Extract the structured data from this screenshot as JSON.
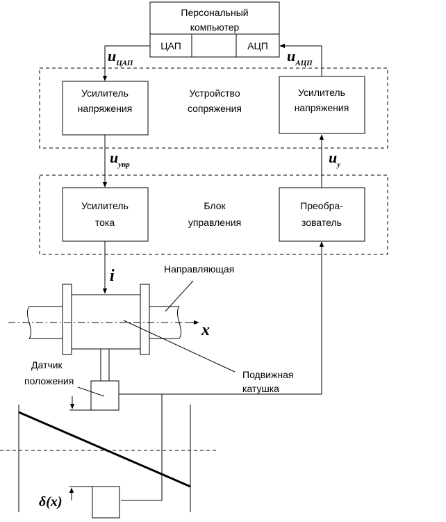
{
  "pc": {
    "line1": "Персональный",
    "line2": "компьютер",
    "dac": "ЦАП",
    "adc": "АЦП"
  },
  "interface_unit": {
    "line1": "Устройство",
    "line2": "сопряжения"
  },
  "voltage_amp_left": {
    "line1": "Усилитель",
    "line2": "напряжения"
  },
  "voltage_amp_right": {
    "line1": "Усилитель",
    "line2": "напряжения"
  },
  "control_unit": {
    "line1": "Блок",
    "line2": "управления"
  },
  "current_amp": {
    "line1": "Усилитель",
    "line2": "тока"
  },
  "converter": {
    "line1": "Преобра-",
    "line2": "зователь"
  },
  "signals": {
    "u_dac": {
      "main": "u",
      "sub": "ЦАП"
    },
    "u_adc": {
      "main": "u",
      "sub": "АЦП"
    },
    "u_ctrl": {
      "main": "u",
      "sub": "упр"
    },
    "u_y": {
      "main": "u",
      "sub": "у"
    },
    "current": "i",
    "axis_x": "x",
    "delta": "δ(x)"
  },
  "guide_label": "Направляющая",
  "coil_label": {
    "line1": "Подвижная",
    "line2": "катушка"
  },
  "sensor_label": {
    "line1": "Датчик",
    "line2": "положения"
  }
}
